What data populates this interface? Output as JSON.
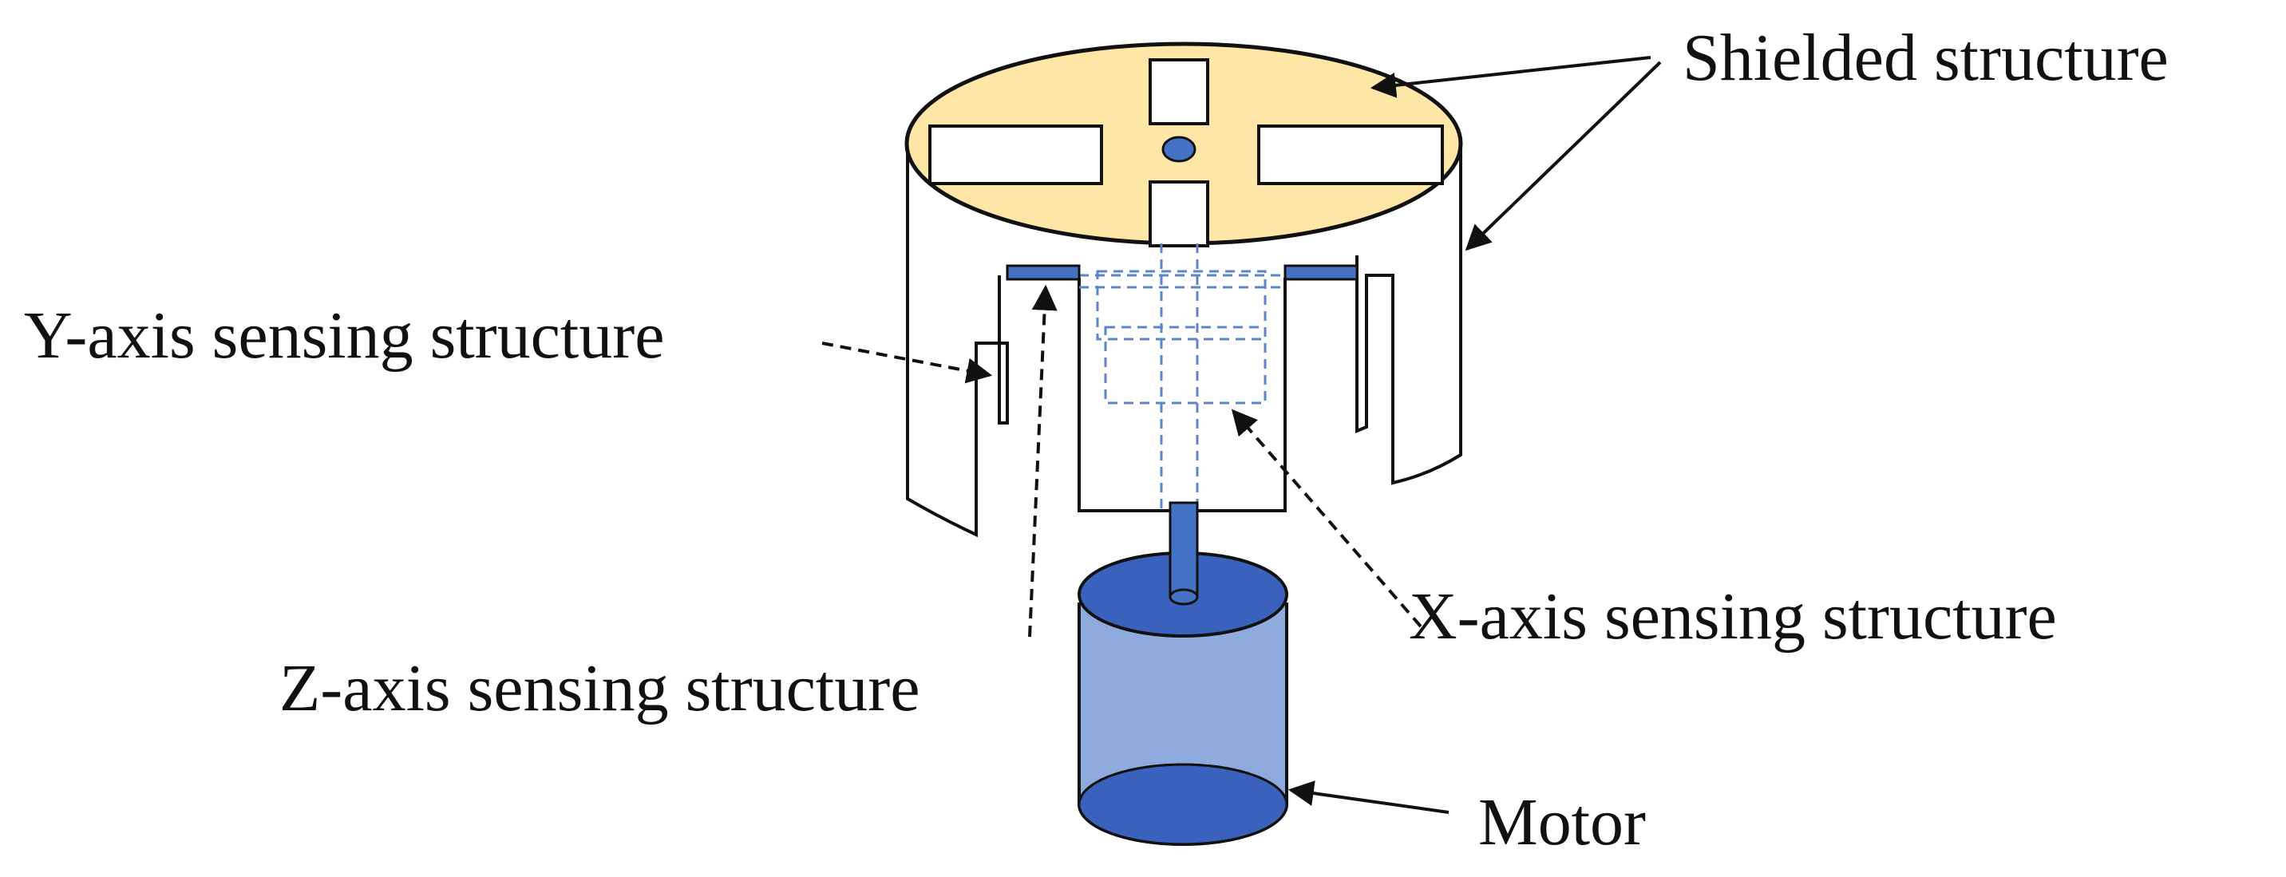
{
  "labels": {
    "shielded": "Shielded structure",
    "y_axis": "Y-axis sensing structure",
    "x_axis": "X-axis sensing structure",
    "z_axis": "Z-axis sensing structure",
    "motor": "Motor"
  },
  "colors": {
    "disc_fill": "#fde6a6",
    "sensor_blue": "#4472c4",
    "motor_body": "#8faadc",
    "motor_dark": "#3a62bd",
    "dashed_blue": "#5b84c9",
    "outline": "#111111"
  }
}
